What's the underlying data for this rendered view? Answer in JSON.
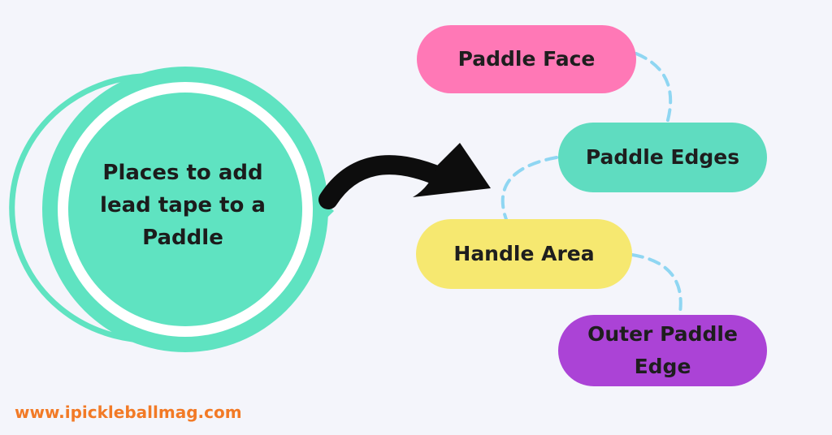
{
  "hub": {
    "lines": [
      "Places to add",
      "lead tape to a",
      "Paddle"
    ],
    "fill_color": "#5fe3c1",
    "ring_color": "#5fe3c1"
  },
  "arrow_color": "#0d0d0d",
  "connector_color": "#8fd6f2",
  "nodes": [
    {
      "id": "paddle-face",
      "label": "Paddle Face",
      "color": "#ff78b6"
    },
    {
      "id": "paddle-edges",
      "label": "Paddle Edges",
      "color": "#5fdcc0"
    },
    {
      "id": "handle-area",
      "label": "Handle Area",
      "color": "#f6e870"
    },
    {
      "id": "outer-paddle-edge",
      "label": "Outer Paddle Edge",
      "color": "#ab43d6"
    }
  ],
  "footer": {
    "text": "www.ipickleballmag.com",
    "color": "#f27a26"
  }
}
